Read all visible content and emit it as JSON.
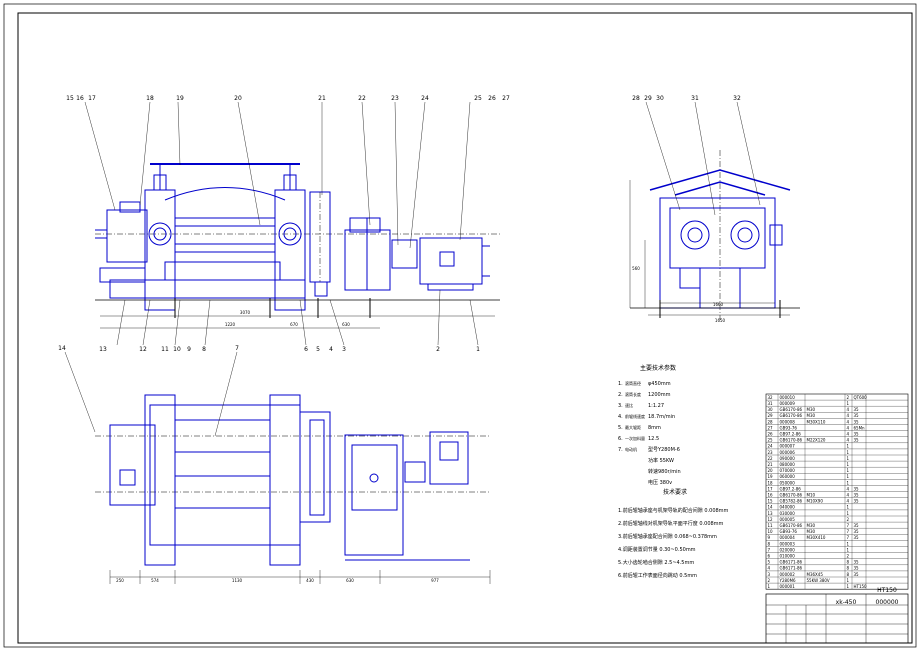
{
  "drawing": {
    "model": "xk-450",
    "drawing_no": "000000",
    "material": "HT150",
    "front_callouts": [
      "15",
      "16",
      "17",
      "18",
      "19",
      "20",
      "21",
      "22",
      "23",
      "24",
      "25",
      "26",
      "27"
    ],
    "bottom_callouts": [
      "13",
      "12",
      "11",
      "10",
      "9",
      "8",
      "6",
      "5",
      "4",
      "3",
      "2",
      "1"
    ],
    "side_callouts": [
      "28",
      "29",
      "30",
      "31",
      "32"
    ],
    "plan_callouts": [
      "14",
      "7"
    ],
    "front_dims": [
      "1220",
      "670",
      "630",
      "3070"
    ],
    "side_dims": [
      "1660",
      "1650",
      "560"
    ],
    "plan_dims": [
      "250",
      "574",
      "1130",
      "430",
      "630",
      "977"
    ],
    "specs": [
      {
        "no": "1.",
        "label": "滚筒直径",
        "value": "φ450mm"
      },
      {
        "no": "2.",
        "label": "滚筒长度",
        "value": "1200mm"
      },
      {
        "no": "3.",
        "label": "速比",
        "value": "1:1.27"
      },
      {
        "no": "4.",
        "label": "前辊线速度",
        "value": "18.7m/min"
      },
      {
        "no": "5.",
        "label": "最大辊距",
        "value": "8mm"
      },
      {
        "no": "6.",
        "label": "一次加料量",
        "value": "12.5"
      },
      {
        "no": "7.",
        "label": "电动机",
        "value": "型号Y280M-6"
      },
      {
        "no": "",
        "label": "",
        "value": "功率 55KW"
      },
      {
        "no": "",
        "label": "",
        "value": "转速980r/min"
      },
      {
        "no": "",
        "label": "",
        "value": "电压 380v"
      }
    ],
    "tech_title": "主要技术参数",
    "req_title": "技术要求",
    "requirements": [
      "1.前后辊轴承座与机架导轨的配合间隙  0.008mm",
      "2.前后辊轴线对机架导轨平面平行度  0.008mm",
      "3.前后辊轴承座配合间隙  0.068~0.378mm",
      "4.调距装置调节量  0.30~0.50mm",
      "5.大小齿轮啮合侧隙  2.5~4.5mm",
      "6.前后辊工作表面径向跳动  0.5mm"
    ],
    "bom": [
      [
        "32",
        "000010",
        "",
        "2",
        "QT600"
      ],
      [
        "31",
        "000009",
        "",
        "1",
        ""
      ],
      [
        "30",
        "GB6170-86",
        "M30",
        "4",
        "35"
      ],
      [
        "29",
        "GB6170-86",
        "M30",
        "4",
        "35"
      ],
      [
        "28",
        "000008",
        "M30X110",
        "4",
        "35"
      ],
      [
        "27",
        "GB93-76",
        "",
        "4",
        "65Mn"
      ],
      [
        "26",
        "GB97.2-86",
        "",
        "4",
        "35"
      ],
      [
        "25",
        "GB6170-86",
        "M22X120",
        "4",
        "35"
      ],
      [
        "24",
        "000007",
        "",
        "1",
        ""
      ],
      [
        "23",
        "000006",
        "",
        "1",
        ""
      ],
      [
        "22",
        "090000",
        "",
        "1",
        ""
      ],
      [
        "21",
        "080000",
        "",
        "1",
        ""
      ],
      [
        "20",
        "070000",
        "",
        "1",
        ""
      ],
      [
        "19",
        "060000",
        "",
        "1",
        ""
      ],
      [
        "18",
        "050000",
        "",
        "1",
        ""
      ],
      [
        "17",
        "GB97.2-86",
        "",
        "4",
        "35"
      ],
      [
        "16",
        "GB6170-86",
        "M10",
        "4",
        "35"
      ],
      [
        "15",
        "GB5782-86",
        "M10X90",
        "4",
        "35"
      ],
      [
        "14",
        "040000",
        "",
        "1",
        ""
      ],
      [
        "13",
        "030000",
        "",
        "1",
        ""
      ],
      [
        "12",
        "000005",
        "",
        "2",
        ""
      ],
      [
        "11",
        "GB6170-86",
        "M30",
        "7",
        "35"
      ],
      [
        "10",
        "GB93-76",
        "M30",
        "7",
        "35"
      ],
      [
        "9",
        "000004",
        "M30X410",
        "7",
        "35"
      ],
      [
        "8",
        "000003",
        "",
        "1",
        ""
      ],
      [
        "7",
        "020000",
        "",
        "1",
        ""
      ],
      [
        "6",
        "010000",
        "",
        "2",
        ""
      ],
      [
        "5",
        "GB6171-86",
        "",
        "8",
        "35"
      ],
      [
        "4",
        "GB6171-86",
        "",
        "8",
        "35"
      ],
      [
        "3",
        "000002",
        "M36X45",
        "8",
        "35"
      ],
      [
        "2",
        "Y280M6",
        "55KW 380V",
        "1",
        ""
      ],
      [
        "1",
        "000001",
        "",
        "1",
        "HT150"
      ]
    ]
  }
}
